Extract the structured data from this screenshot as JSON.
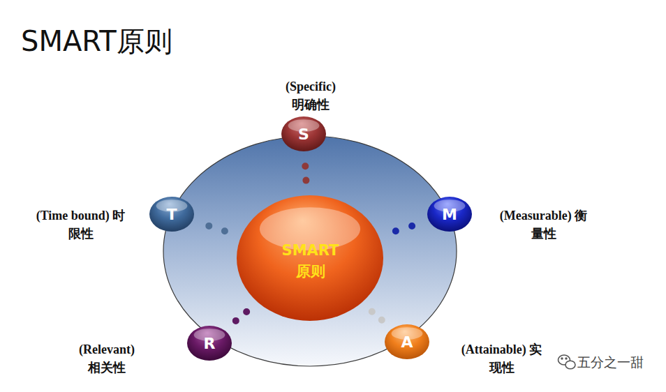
{
  "diagram": {
    "title": "SMART原则",
    "nodes": [
      {
        "text": [
          "S",
          "(Specific) 明确性"
        ]
      },
      {
        "text": [
          "T",
          "(Time bound) 时限性"
        ]
      },
      {
        "text": [
          "M",
          "(Measurable) 衡量性"
        ]
      },
      {
        "text": [
          "SMART 原则"
        ]
      },
      {
        "text": [
          "R",
          "(Relevant) 相关性"
        ]
      },
      {
        "text": [
          "A",
          "(Attainable) 实现性"
        ]
      }
    ],
    "edges": [
      {
        "from": 0,
        "to": 3,
        "arrow": "none"
      },
      {
        "from": 2,
        "to": 3,
        "arrow": "none"
      },
      {
        "from": 5,
        "to": 3,
        "arrow": "none"
      },
      {
        "from": 4,
        "to": 3,
        "arrow": "none"
      },
      {
        "from": 1,
        "to": 3,
        "arrow": "none"
      }
    ],
    "labels": [
      "五分之一甜"
    ]
  }
}
